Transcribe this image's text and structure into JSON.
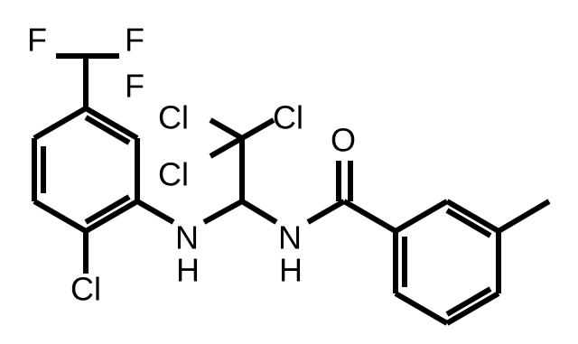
{
  "atoms": {
    "f_left": "F",
    "f_right": "F",
    "f_bottom": "F",
    "cl_top_left": "Cl",
    "cl_top_right": "Cl",
    "cl_middle": "Cl",
    "o": "O",
    "cl_bottom": "Cl",
    "nh_left_n": "N",
    "nh_left_h": "H",
    "nh_right_n": "N",
    "nh_right_h": "H"
  },
  "colors": {
    "bond": "#000000",
    "label": "#000000",
    "background": "#ffffff"
  }
}
